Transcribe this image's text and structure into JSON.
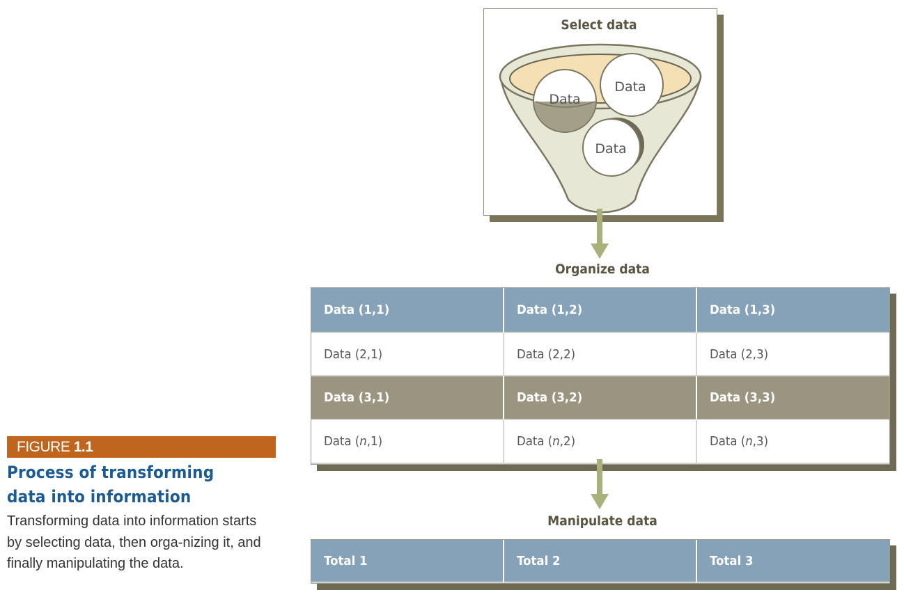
{
  "caption": {
    "figure_label": "FIGURE",
    "figure_number": "1.1",
    "title": "Process of transforming data into information",
    "description": "Transforming data into information starts by selecting data, then orga-nizing it, and finally manipulating the data."
  },
  "diagram": {
    "select_label": "Select data",
    "organize_label": "Organize data",
    "manipulate_label": "Manipulate data",
    "funnel_items": [
      "Data",
      "Data",
      "Data"
    ],
    "data_rows": [
      [
        "Data (1,1)",
        "Data (1,2)",
        "Data (1,3)"
      ],
      [
        "Data (2,1)",
        "Data (2,2)",
        "Data (2,3)"
      ],
      [
        "Data (3,1)",
        "Data (3,2)",
        "Data (3,3)"
      ],
      [
        "Data (n,1)",
        "Data (n,2)",
        "Data (n,3)"
      ]
    ],
    "totals": [
      "Total 1",
      "Total 2",
      "Total 3"
    ],
    "colors": {
      "header_blue": "#85a2b8",
      "row_olive": "#9b9480",
      "shadow": "#6e6a54",
      "arrow": "#aab07a",
      "figure_badge": "#c0651e",
      "title_blue": "#1b5a92",
      "funnel_fill": "#e6e7d4",
      "funnel_top": "#f5dfb4"
    }
  }
}
